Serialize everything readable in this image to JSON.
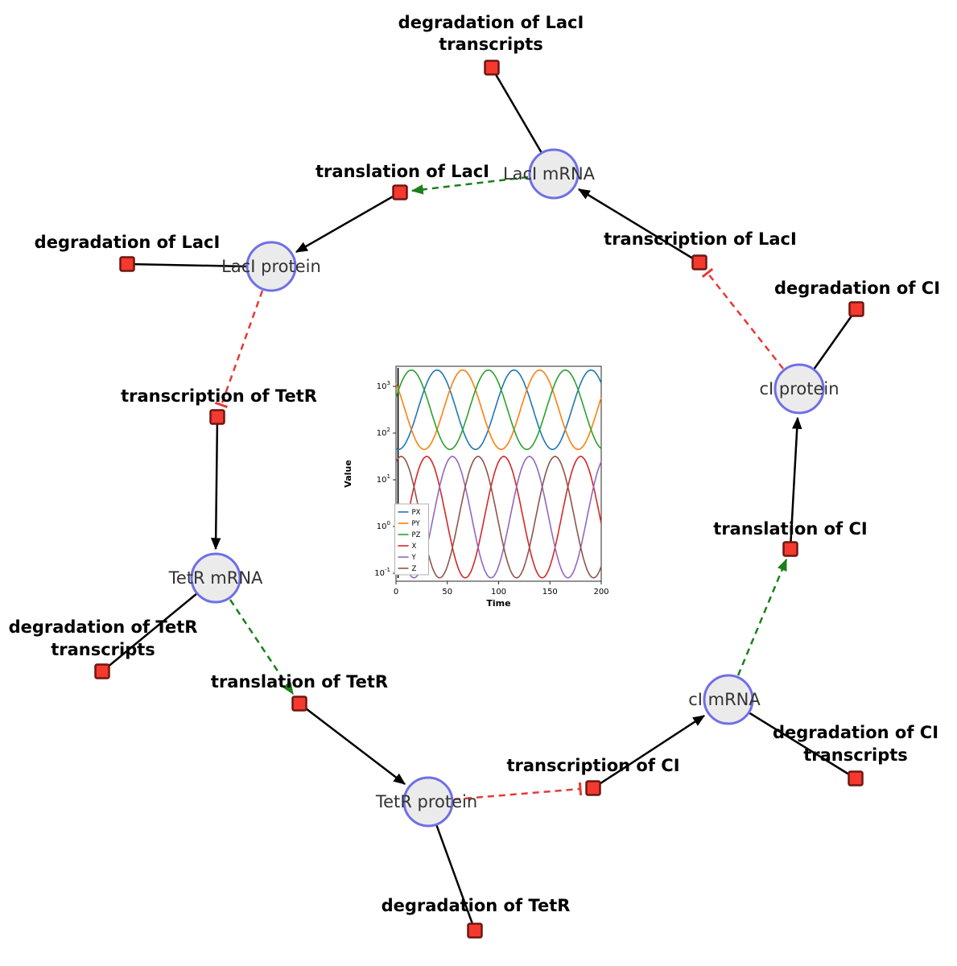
{
  "figure": {
    "title": "repressilator network",
    "colors": {
      "species-fill": "#ebebeb",
      "species-stroke": "#6f6fe8",
      "reaction-fill": "#f4392f",
      "reaction-stroke": "#6e1712",
      "edge-black": "#000000",
      "edge-modifier-green": "#1a7f1a",
      "edge-inhibition-red": "#e53935"
    }
  },
  "network": {
    "species": [
      {
        "id": "laci-mrna",
        "label": "LacI mRNA"
      },
      {
        "id": "laci-protein",
        "label": "LacI protein"
      },
      {
        "id": "tetr-mrna",
        "label": "TetR mRNA"
      },
      {
        "id": "tetr-protein",
        "label": "TetR protein"
      },
      {
        "id": "ci-mrna",
        "label": "cI mRNA"
      },
      {
        "id": "ci-protein",
        "label": "cI protein"
      }
    ],
    "reactions": [
      {
        "id": "deg-laci-transcripts",
        "lines": [
          "degradation of LacI",
          "transcripts"
        ]
      },
      {
        "id": "translation-laci",
        "lines": [
          "translation of LacI"
        ]
      },
      {
        "id": "transcription-laci",
        "lines": [
          "transcription of LacI"
        ]
      },
      {
        "id": "deg-laci",
        "lines": [
          "degradation of LacI"
        ]
      },
      {
        "id": "transcription-tetr",
        "lines": [
          "transcription of TetR"
        ]
      },
      {
        "id": "deg-ci",
        "lines": [
          "degradation of CI"
        ]
      },
      {
        "id": "deg-tetr-transcripts",
        "lines": [
          "degradation of TetR",
          "transcripts"
        ]
      },
      {
        "id": "translation-tetr",
        "lines": [
          "translation of TetR"
        ]
      },
      {
        "id": "translation-ci",
        "lines": [
          "translation of CI"
        ]
      },
      {
        "id": "transcription-ci",
        "lines": [
          "transcription of CI"
        ]
      },
      {
        "id": "deg-ci-transcripts",
        "lines": [
          "degradation of CI",
          "transcripts"
        ]
      },
      {
        "id": "deg-tetr",
        "lines": [
          "degradation of TetR"
        ]
      }
    ],
    "edge_semantics": {
      "black_solid": "production / consumption",
      "green_dashed_arrow": "mRNA modifies (catalyzes) translation",
      "red_dashed_tee": "protein inhibits transcription"
    }
  },
  "chart_data": {
    "type": "line",
    "title": "",
    "xlabel": "Time",
    "ylabel": "Value",
    "xlim": [
      0,
      200
    ],
    "x_ticks": [
      0,
      50,
      100,
      150,
      200
    ],
    "y_scale": "log",
    "y_tick_exponents": [
      -1,
      0,
      1,
      2,
      3
    ],
    "ylim_log10": [
      -1.17,
      3.43
    ],
    "grid": false,
    "legend_position": "lower left",
    "transient_line_t": 2,
    "series": [
      {
        "name": "PX",
        "color": "#1f77b4",
        "center_log10": 2.5,
        "amp_log10": 0.85,
        "period": 75,
        "peak_t": 40
      },
      {
        "name": "PY",
        "color": "#ff7f0e",
        "center_log10": 2.5,
        "amp_log10": 0.85,
        "period": 75,
        "peak_t": 65
      },
      {
        "name": "PZ",
        "color": "#2ca02c",
        "center_log10": 2.5,
        "amp_log10": 0.85,
        "period": 75,
        "peak_t": 90
      },
      {
        "name": "X",
        "color": "#d62728",
        "center_log10": 0.2,
        "amp_log10": 1.3,
        "period": 75,
        "peak_t": 30
      },
      {
        "name": "Y",
        "color": "#9467bd",
        "center_log10": 0.2,
        "amp_log10": 1.3,
        "period": 75,
        "peak_t": 55
      },
      {
        "name": "Z",
        "color": "#8c564b",
        "center_log10": 0.2,
        "amp_log10": 1.3,
        "period": 75,
        "peak_t": 80
      }
    ],
    "description": "Repressilator simulation: oscillating protein levels (PX, PY, PZ, between ~50 and ~2000) and mRNA levels (X, Y, Z, between ~0.1 and ~30), phase-shifted by one third of the ~75 time-unit period, log-scale y-axis"
  }
}
